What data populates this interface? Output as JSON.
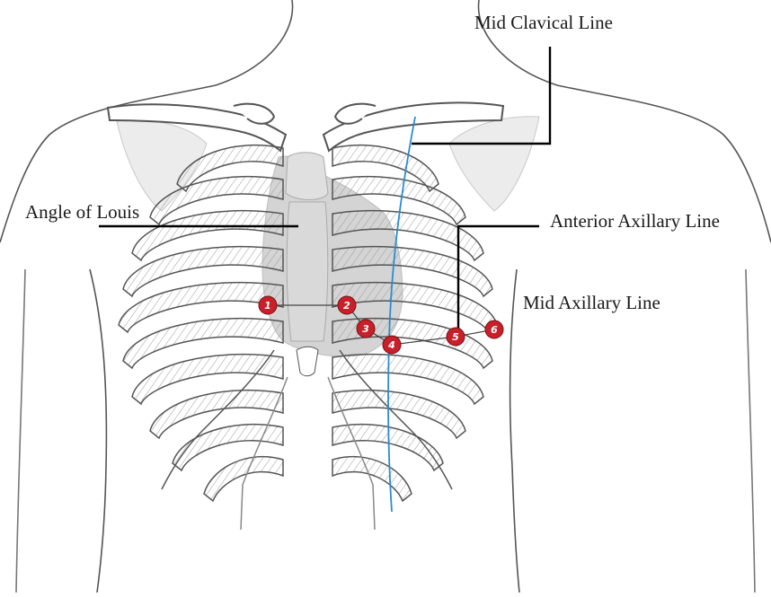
{
  "labels": {
    "mid_clavical_line": "Mid Clavical Line",
    "angle_of_louis": "Angle of Louis",
    "anterior_axillary_line": "Anterior Axillary Line",
    "mid_axillary_line": "Mid Axillary Line"
  },
  "electrodes": [
    "1",
    "2",
    "3",
    "4",
    "5",
    "6"
  ],
  "colors": {
    "outline": "#555555",
    "rib_fill": "#ffffff",
    "rib_hatch": "#9a9a9a",
    "heart": "#d4d4d4",
    "bone_shadow": "#e6e6e6",
    "leader": "#000000",
    "clavicular_line": "#2a8cd1",
    "electrode": "#c8202a",
    "electrode_text": "#ffffff"
  }
}
